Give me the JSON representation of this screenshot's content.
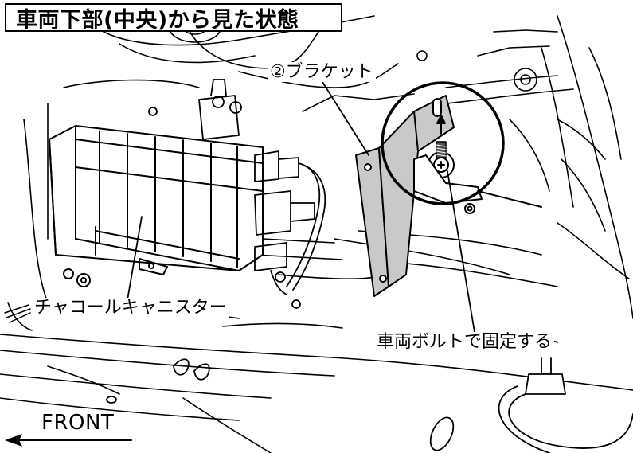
{
  "title": "車両下部(中央)から見た状態",
  "labels": {
    "bracket": "②ブラケット",
    "canister": "チャコールキャニスター",
    "bolt": "車両ボルトで固定する",
    "front": "FRONT"
  },
  "colors": {
    "line": "#000000",
    "background": "#ffffff",
    "bracket_fill": "#c9c9c9"
  }
}
